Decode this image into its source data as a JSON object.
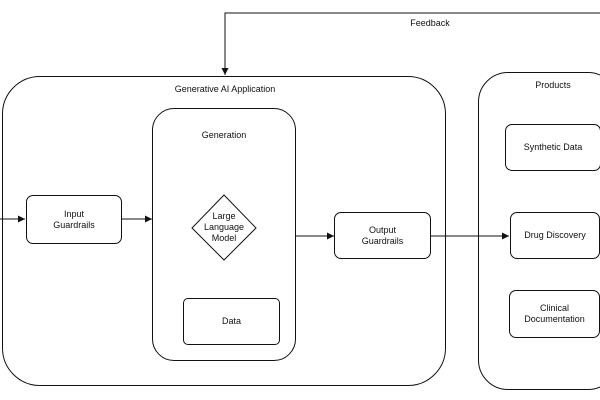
{
  "diagram": {
    "feedback_label": "Feedback",
    "application": {
      "title": "Generative AI Application",
      "input_guardrails": "Input\nGuardrails",
      "generation": {
        "title": "Generation",
        "llm": "Large\nLanguage\nModel",
        "data": "Data"
      },
      "output_guardrails": "Output\nGuardrails"
    },
    "products": {
      "title": "Products",
      "items": [
        "Synthetic Data",
        "Drug Discovery",
        "Clinical\nDocumentation"
      ]
    }
  }
}
